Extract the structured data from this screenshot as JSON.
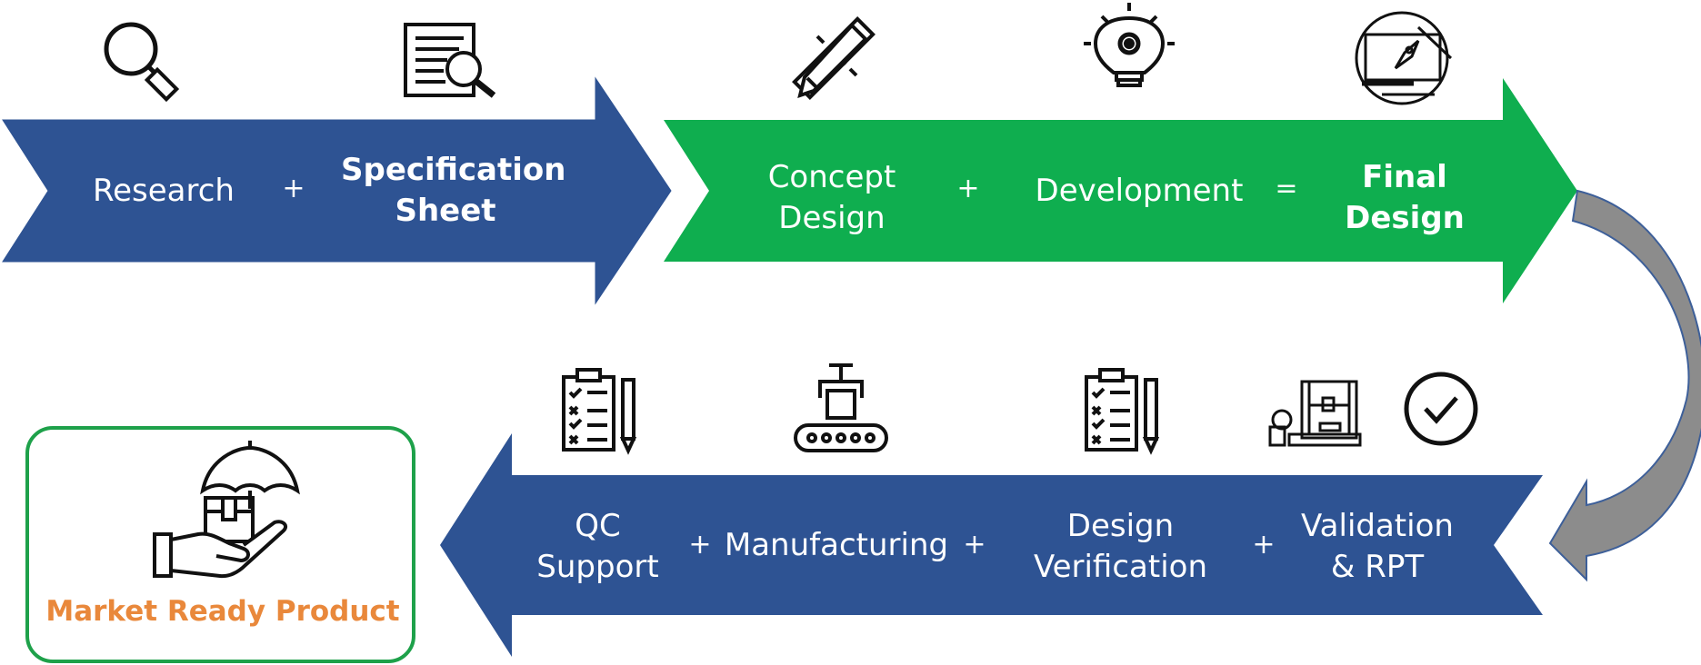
{
  "colors": {
    "blue": "#2e5393",
    "green": "#0fae4f",
    "gray": "#8c8c8c",
    "orange": "#e9883b",
    "box_border": "#1ea14a"
  },
  "top_row": {
    "research": "Research",
    "plus1": "+",
    "spec_sheet": "Specification\nSheet",
    "concept": "Concept\nDesign",
    "plus2": "+",
    "development": "Development",
    "equals": "=",
    "final": "Final\nDesign"
  },
  "bottom_row": {
    "qc": "QC\nSupport",
    "plus1": "+",
    "manufacturing": "Manufacturing",
    "plus2": "+",
    "verification": "Design\nVerification",
    "plus3": "+",
    "validation": "Validation\n& RPT"
  },
  "market": {
    "label": "Market Ready Product"
  },
  "icons": [
    "magnifier-icon",
    "spec-sheet-icon",
    "pencil-ruler-icon",
    "lightbulb-gear-icon",
    "blueprint-rocket-icon",
    "checklist-icon",
    "conveyor-robot-icon",
    "checklist-icon",
    "3d-printer-icon",
    "check-circle-icon",
    "hand-box-umbrella-icon"
  ]
}
